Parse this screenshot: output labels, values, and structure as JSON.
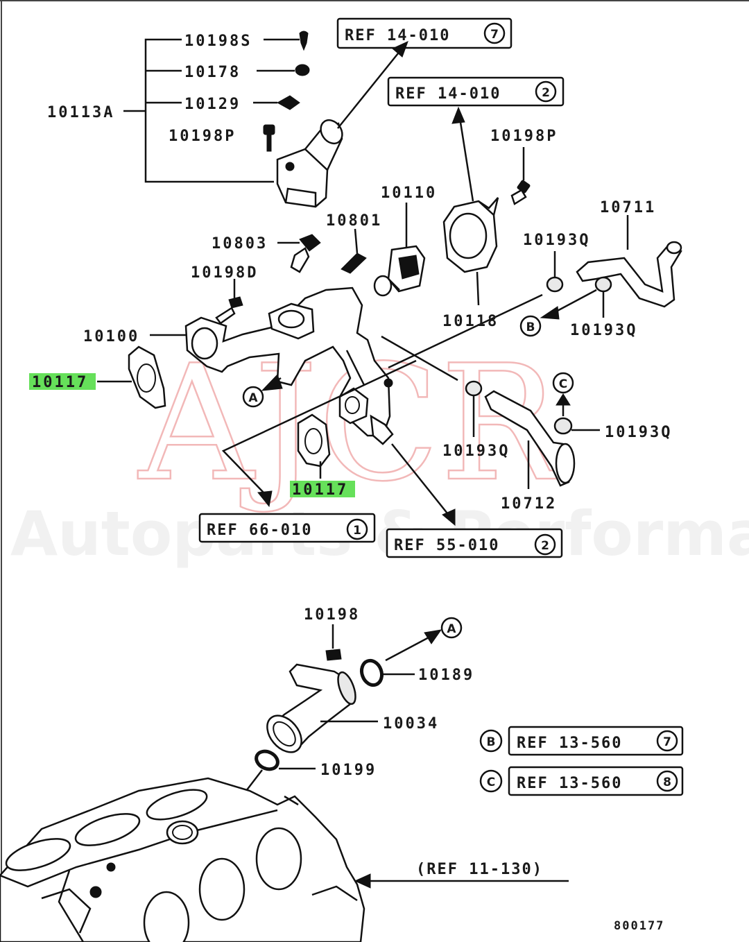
{
  "watermark": {
    "brand": "AJCR",
    "tagline": "Autoparts & Performance",
    "color": "#f2b8b8"
  },
  "highlight_color": "#66e05a",
  "labels": {
    "p10198S": "10198S",
    "p10178": "10178",
    "p10129": "10129",
    "p10113A": "10113A",
    "p10198P_left": "10198P",
    "p10198P_right": "10198P",
    "p10110": "10110",
    "p10711": "10711",
    "p10801": "10801",
    "p10803": "10803",
    "p10193Q_top": "10193Q",
    "p10198D": "10198D",
    "p10118": "10118",
    "p10193Q_mid": "10193Q",
    "p10100": "10100",
    "p10117_left": "10117",
    "p10117_center": "10117",
    "p10193Q_right": "10193Q",
    "p10193Q_lower": "10193Q",
    "p10712": "10712",
    "p10198": "10198",
    "p10189": "10189",
    "p10034": "10034",
    "p10199": "10199",
    "doc_code": "800177"
  },
  "references": {
    "ref_14_010_7": {
      "text": "REF 14-010",
      "num": "7"
    },
    "ref_14_010_2": {
      "text": "REF 14-010",
      "num": "2"
    },
    "ref_66_010_1": {
      "text": "REF 66-010",
      "num": "1"
    },
    "ref_55_010_2": {
      "text": "REF 55-010",
      "num": "2"
    },
    "ref_13_560_7": {
      "text": "REF 13-560",
      "num": "7"
    },
    "ref_13_560_8": {
      "text": "REF 13-560",
      "num": "8"
    },
    "ref_11_130": "(REF 11-130)"
  },
  "markers": {
    "a": "A",
    "b": "B",
    "c": "C"
  }
}
